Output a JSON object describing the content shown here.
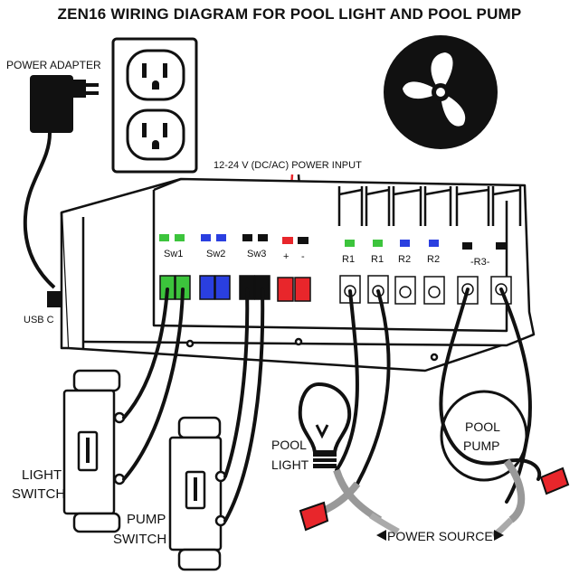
{
  "title": "ZEN16 WIRING DIAGRAM FOR POOL LIGHT AND POOL PUMP",
  "labels": {
    "power_adapter": "POWER ADAPTER",
    "usb_c": "USB C",
    "power_input": "12-24 V (DC/AC) POWER INPUT",
    "light_switch_1": "LIGHT",
    "light_switch_2": "SWITCH",
    "pump_switch_1": "PUMP",
    "pump_switch_2": "SWITCH",
    "pool_light_1": "POOL",
    "pool_light_2": "LIGHT",
    "pool_pump_1": "POOL",
    "pool_pump_2": "PUMP",
    "power_source": "POWER SOURCE"
  },
  "terminals": {
    "sw1": "Sw1",
    "sw2": "Sw2",
    "sw3": "Sw3",
    "plus": "+",
    "minus": "-",
    "r1a": "R1",
    "r1b": "R1",
    "r2a": "R2",
    "r2b": "R2",
    "r3": "-R3-"
  },
  "colors": {
    "green": "#3cc43c",
    "blue": "#2a3fe0",
    "red": "#e8262b",
    "black": "#111111"
  },
  "icons": [
    "plug-adapter-icon",
    "wall-outlet-icon",
    "fan-logo-icon",
    "light-bulb-icon"
  ]
}
